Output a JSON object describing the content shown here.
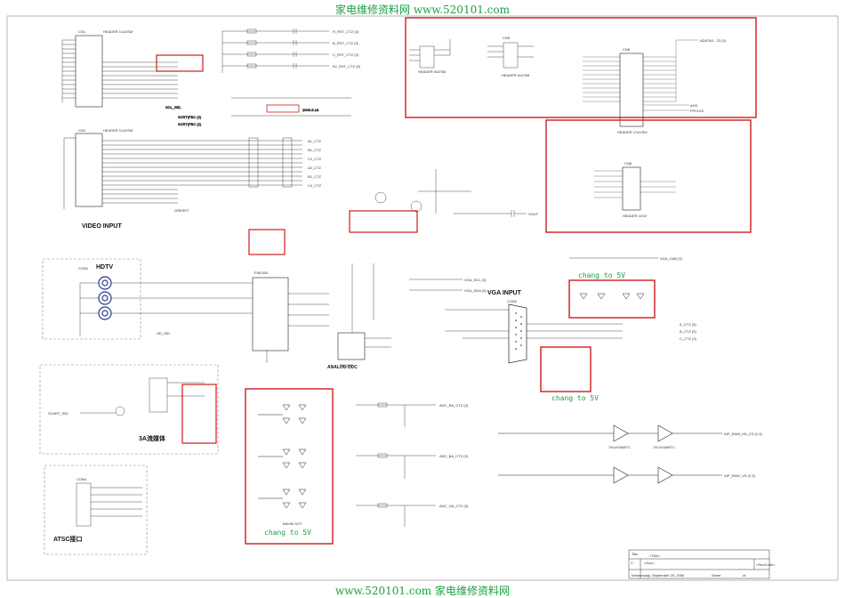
{
  "watermark_top": "家电维修资料网   www.520101.com",
  "watermark_bottom": "www.520101.com  家电维修资料网",
  "colors": {
    "wire": "#1a1a1a",
    "net_label": "#d01b1b",
    "net_purple": "#8a2b8a",
    "box": "#d01b1b",
    "watermark": "#1aa040"
  },
  "connectors": {
    "cn1": "CN1",
    "cn1_type": "HEADER 11x2/SM",
    "cn2": "CN2",
    "cn2_type": "HEADER 11x2/SM",
    "cn3": "CN3",
    "cn3_type": "HEADER 5x2/SM",
    "cn5": "CN5",
    "cn5_type": "HEADER 5x2/SM",
    "cn6": "CN6",
    "cn6_type": "HEADER 17x2/SM",
    "cn8": "CN8",
    "cn8_type": "HEADER 10X2",
    "cn4": "CON4",
    "con1": "CON1",
    "con2": "CON2"
  },
  "section_titles": {
    "video_input": "VIDEO INPUT",
    "hdtv": "HDTV",
    "vga_input": "VGA INPUT",
    "analog_ddc": "ANALOG DDC",
    "media_3a": "3A流媒体",
    "atsc": "ATSC接口"
  },
  "annotations": {
    "change_1": "chang to 5V",
    "change_2": "chang to 5V",
    "change_3": "chang to 5V",
    "date_note": "2006-5-18"
  },
  "nets_top": [
    "R_RST_CTZ (3)",
    "B_RST_CTZ (3)",
    "C_RST_CTZ (3)",
    "5V_RST_CTZ (3)"
  ],
  "nets_adc": [
    "ADC_RA_CTZ (3)",
    "ADC_BA_CTZ (3)",
    "ADC_GA_CTZ (3)"
  ],
  "nets_vga": [
    "VGA_SCL (3)",
    "VGA_SDA (3)",
    "VGA_CAB (3)"
  ],
  "nets_out": [
    "AIP_RAW_HS_CS (2,3)",
    "AIP_RAW_VS (2,3)",
    "A_CTZ (3)",
    "B_CTZ (3)",
    "C_CTZ (3)",
    "VOUT"
  ],
  "nets_misc": [
    "SCL_SEL",
    "HD_SEL",
    "SCART_SEL",
    "GRESET",
    "FPCLK0",
    "AHS",
    "ADATA0 - 23 (3)",
    "SCRT(FBC (2)",
    "SCRT(FBC (2)"
  ],
  "ic": {
    "u1": "PI5V330",
    "u2": "24LC02",
    "u3": "74LVX04MTC",
    "d": "BAV99 SOT"
  },
  "title_block": {
    "title": "<Title>",
    "doc": "<Doc>",
    "size": "C",
    "rev": "<RevCode>",
    "date": "Wednesday, September 20, 2006",
    "sheet": "Sheet",
    "of": "of"
  }
}
